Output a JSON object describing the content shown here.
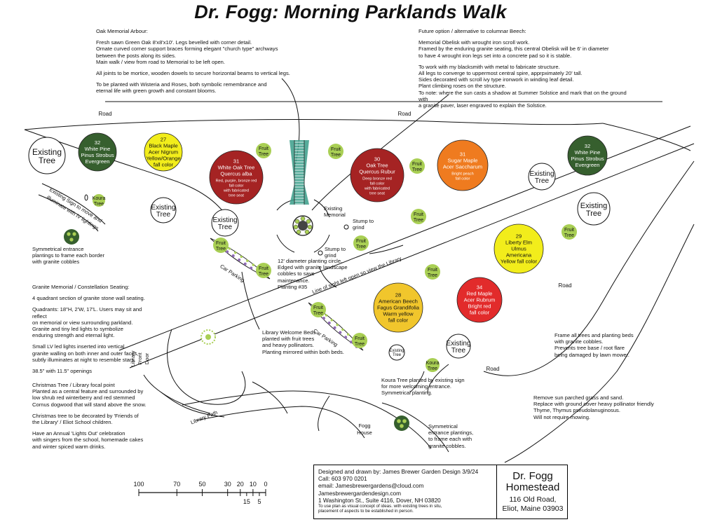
{
  "title": "Dr. Fogg: Morning Parklands Walk",
  "notes": {
    "oak_arbour": {
      "heading": "Oak Memorial Arbour:",
      "paragraphs": [
        [
          "Fresh sawn Green Oak 8'x8'x10'. Legs bevelled with corner detail.",
          "Ornate curved corner support braces forming elegant \"church type\" archways",
          "between the posts along its sides.",
          "Main walk / view from road to Memorial to be left open."
        ],
        [
          "All joints to be mortice, wooden dowels to secure horizontal beams to vertical legs."
        ],
        [
          "To be planted with Wisteria and Roses, both symbolic remembrance and",
          "eternal life with green growth and constant blooms."
        ]
      ]
    },
    "future_option": {
      "heading": "Future option / alternative to columnar Beech:",
      "paragraphs": [
        [
          "Memorial Obelisk with wrought iron scroll work.",
          "Framed by the enduring granite seating, this central Obelisk will be 6' in diameter",
          "to have 4 wrought iron legs set into a concrete pad so it is stable."
        ],
        [
          "To work with my blacksmith with metal to fabricate structure.",
          "All legs to converge to uppermost central spire, apprpximately 20' tall.",
          "Sides decorated with scroll ivy type ironwork in winding leaf detail.",
          "Plant climbing roses on the structure.",
          "To note: where the sun casts a shadow at Summer Solstice and mark that on the ground with",
          "a granite paver, laser engraved to explain the Solstice."
        ]
      ]
    },
    "symmetrical_entrance": [
      "Symmetrical entrance",
      "plantings to frame each border",
      "with granite cobbles"
    ],
    "granite_memorial": {
      "heading": "Granite Memorial / Constellation Seating:",
      "paragraphs": [
        [
          "4 quadrant section of granite stone wall seating."
        ],
        [
          "Quadrants: 18\"H, 2'W, 17'L.  Users may sit and reflect",
          "on memorial or view surrounding parkland.",
          "Granite and tiny led lights to symbolize",
          "enduring strength and eternal light."
        ],
        [
          "Small LV led lights inserted into vertical",
          "granite walling on both inner and outer faces,",
          "subtly illuminates at night to resemble stars."
        ],
        [
          "38.5\" with 11.5\" openings"
        ]
      ]
    },
    "christmas_tree": {
      "paragraphs": [
        [
          "Christmas Tree / Library focal point",
          "Planted as a central feature and surrounded by",
          "low shrub red winterberry and red stemmed",
          "Cornus dogwood that will stand above the snow."
        ],
        [
          "Christmas tree to be decorated by 'Friends of",
          "the Library' / Eliot School children."
        ],
        [
          "Have an Annual 'Lights Out' celebration",
          "with singers from the school, homemade cakes",
          "and winter spiced warm drinks."
        ]
      ]
    },
    "planting_circle": [
      "12' diameter planting circle.",
      "Edged with granite landscape",
      "cobbles to save",
      "maintenance.",
      "Planting #35"
    ],
    "welcome_beds": [
      "Library Welcome Beds",
      "planted with fruit trees",
      "and heavy pollinators.",
      "Planting mirrored within both beds."
    ],
    "koura_planted": [
      "Koura Tree planted by existing sign",
      "for more welcoming entrance.",
      "Symmetrical planting."
    ],
    "symmetrical_cobbles": [
      "Symmetrical",
      "entrance plantings,",
      "to frame each with",
      "granite cobbles."
    ],
    "frame_trees": [
      "Frame all trees and planting beds",
      "with granite cobbles.",
      "Prevents tree base / root flare",
      "being damaged by lawn mower."
    ],
    "remove_grass": [
      "Remove sun parched grass and sand.",
      "Replace with ground cover heavy pollinator friendly",
      "Thyme, Thymus pseudolanuginosus.",
      "Will not require mowing."
    ]
  },
  "labels": {
    "road": "Road",
    "existing_memorial": "Existing Memorial",
    "stump": "Stump to grind",
    "car_parking": "Car Parking",
    "line_of_sight": "Line of sight left open so view the Library",
    "existing_sign": "Existing Sign to move and illuminate with IV lightings",
    "library_front_door": "Library Front Door",
    "library_path": "Library Path",
    "fogg_house": "Fogg House"
  },
  "trees": [
    {
      "lines": [
        "32",
        "White Pine",
        "Pinus Strobus",
        "Evergreen"
      ],
      "color": "#365f2e",
      "text_color": "#ffffff"
    },
    {
      "lines": [
        "27",
        "Black Maple",
        "Acer Nigrum",
        "Yellow/Orange",
        "fall color"
      ],
      "color": "#f2ed1b",
      "text_color": "#111111"
    },
    {
      "lines": [
        "31",
        "White Oak Tree",
        "Quercus alba"
      ],
      "sub": [
        "Red, purple, bronze red",
        "fall color",
        "with fabricated",
        "tree seat"
      ],
      "color": "#a52323",
      "text_color": "#ffffff"
    },
    {
      "lines": [
        "30",
        "Oak Tree",
        "Quercus Rubur"
      ],
      "sub": [
        "Deep bronze red",
        "fall color",
        "with fabricated",
        "tree seat"
      ],
      "color": "#a52323",
      "text_color": "#ffffff"
    },
    {
      "lines": [
        "31",
        "Sugar Maple",
        "Acer Saccharum"
      ],
      "sub": [
        "Bright peach",
        "fall color"
      ],
      "color": "#ef7b1f",
      "text_color": "#ffffff"
    },
    {
      "lines": [
        "32",
        "White Pine",
        "Pinus Strobus",
        "Evergreen"
      ],
      "color": "#365f2e",
      "text_color": "#ffffff"
    },
    {
      "lines": [
        "29",
        "Liberty Elm",
        "Ulmus",
        "Americana",
        "Yellow fall color"
      ],
      "color": "#f2ed1b",
      "text_color": "#111111"
    },
    {
      "lines": [
        "28",
        "American Beech",
        "Fagus Grandifolia",
        "Warm yellow",
        "fall color"
      ],
      "color": "#f1c62c",
      "text_color": "#111111"
    },
    {
      "lines": [
        "34",
        "Red Maple",
        "Acer Rubrum",
        "Bright red",
        "fall color"
      ],
      "color": "#e22b2b",
      "text_color": "#ffffff"
    }
  ],
  "existing_tree": "Existing Tree",
  "fruit_tree": "Fruit Tree",
  "koura_tree": "Koura Tree",
  "scale": {
    "ticks": [
      "100",
      "70",
      "50",
      "30",
      "20",
      "10",
      "0"
    ],
    "sub_ticks": [
      "15",
      "5"
    ]
  },
  "designer": {
    "lines": [
      "Designed and drawn by: James Brewer Garden Design 3/9/24",
      "Call: 603 970 0201",
      "email: Jamesbrewergardens@cloud.com",
      "Jamesbrewergardendesign.com",
      "1 Washington St., Suite 4116, Dover, NH 03820"
    ],
    "disclaimer": [
      "To use plan as visual concept of ideas. with existing trees in situ,",
      "placement of aspects to be established in person."
    ]
  },
  "homestead": {
    "name": [
      "Dr. Fogg",
      "Homestead"
    ],
    "address": [
      "116 Old Road,",
      "Eliot, Maine 03903"
    ]
  },
  "colors": {
    "fruit": "#a9cf54",
    "bed_dot": "#8e6bb3",
    "obelisk": "#3a9e8a",
    "evergreen": "#365f2e"
  }
}
